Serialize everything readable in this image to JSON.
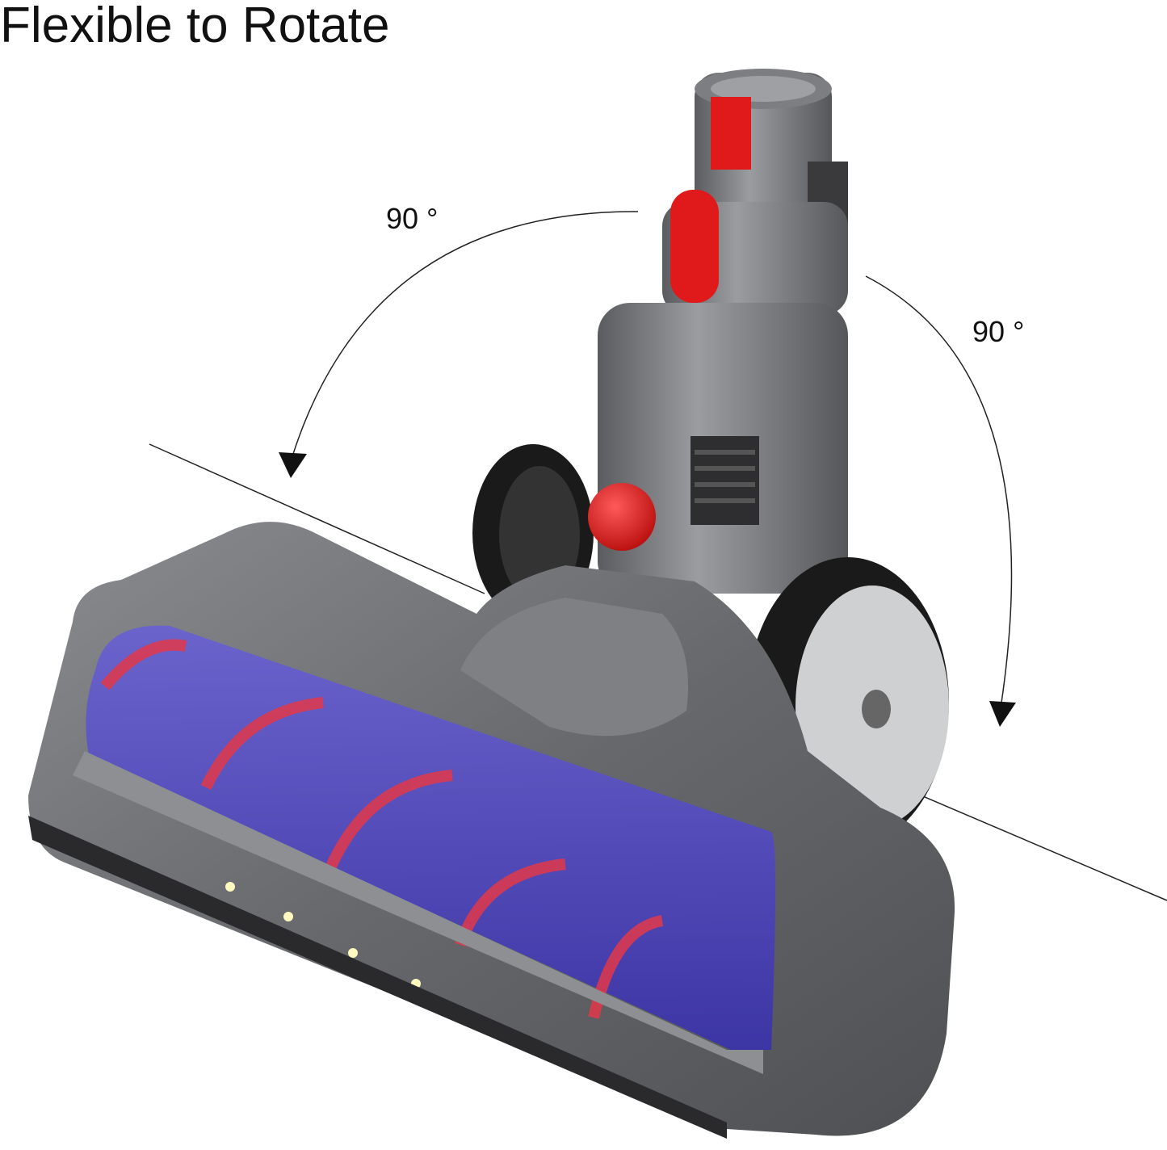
{
  "title": "Flexible to Rotate",
  "rotation_labels": {
    "left": "90 °",
    "right": "90 °"
  },
  "colors": {
    "body": "#6b6d71",
    "accent_red": "#e01a1a",
    "roller": "#4a3fb8",
    "wheel": "#1a1a1a"
  }
}
